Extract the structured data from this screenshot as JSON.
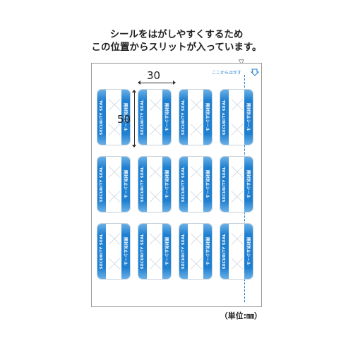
{
  "caption": {
    "line1": "シールをはがしやすくするため",
    "line2": "この位置からスリットが入っています。"
  },
  "marker_glyph": "▽",
  "peel_label": "ここからはがす",
  "seal": {
    "band_text": "SECURITY SEAL",
    "band_note": "開封防止シール",
    "band_color": "#1f7fd0"
  },
  "dimensions": {
    "width": "30",
    "height": "50"
  },
  "unit": "（単位:㎜）",
  "icons": {
    "peel": "peel-arrow-icon",
    "cross": "cross-mark-icon"
  }
}
